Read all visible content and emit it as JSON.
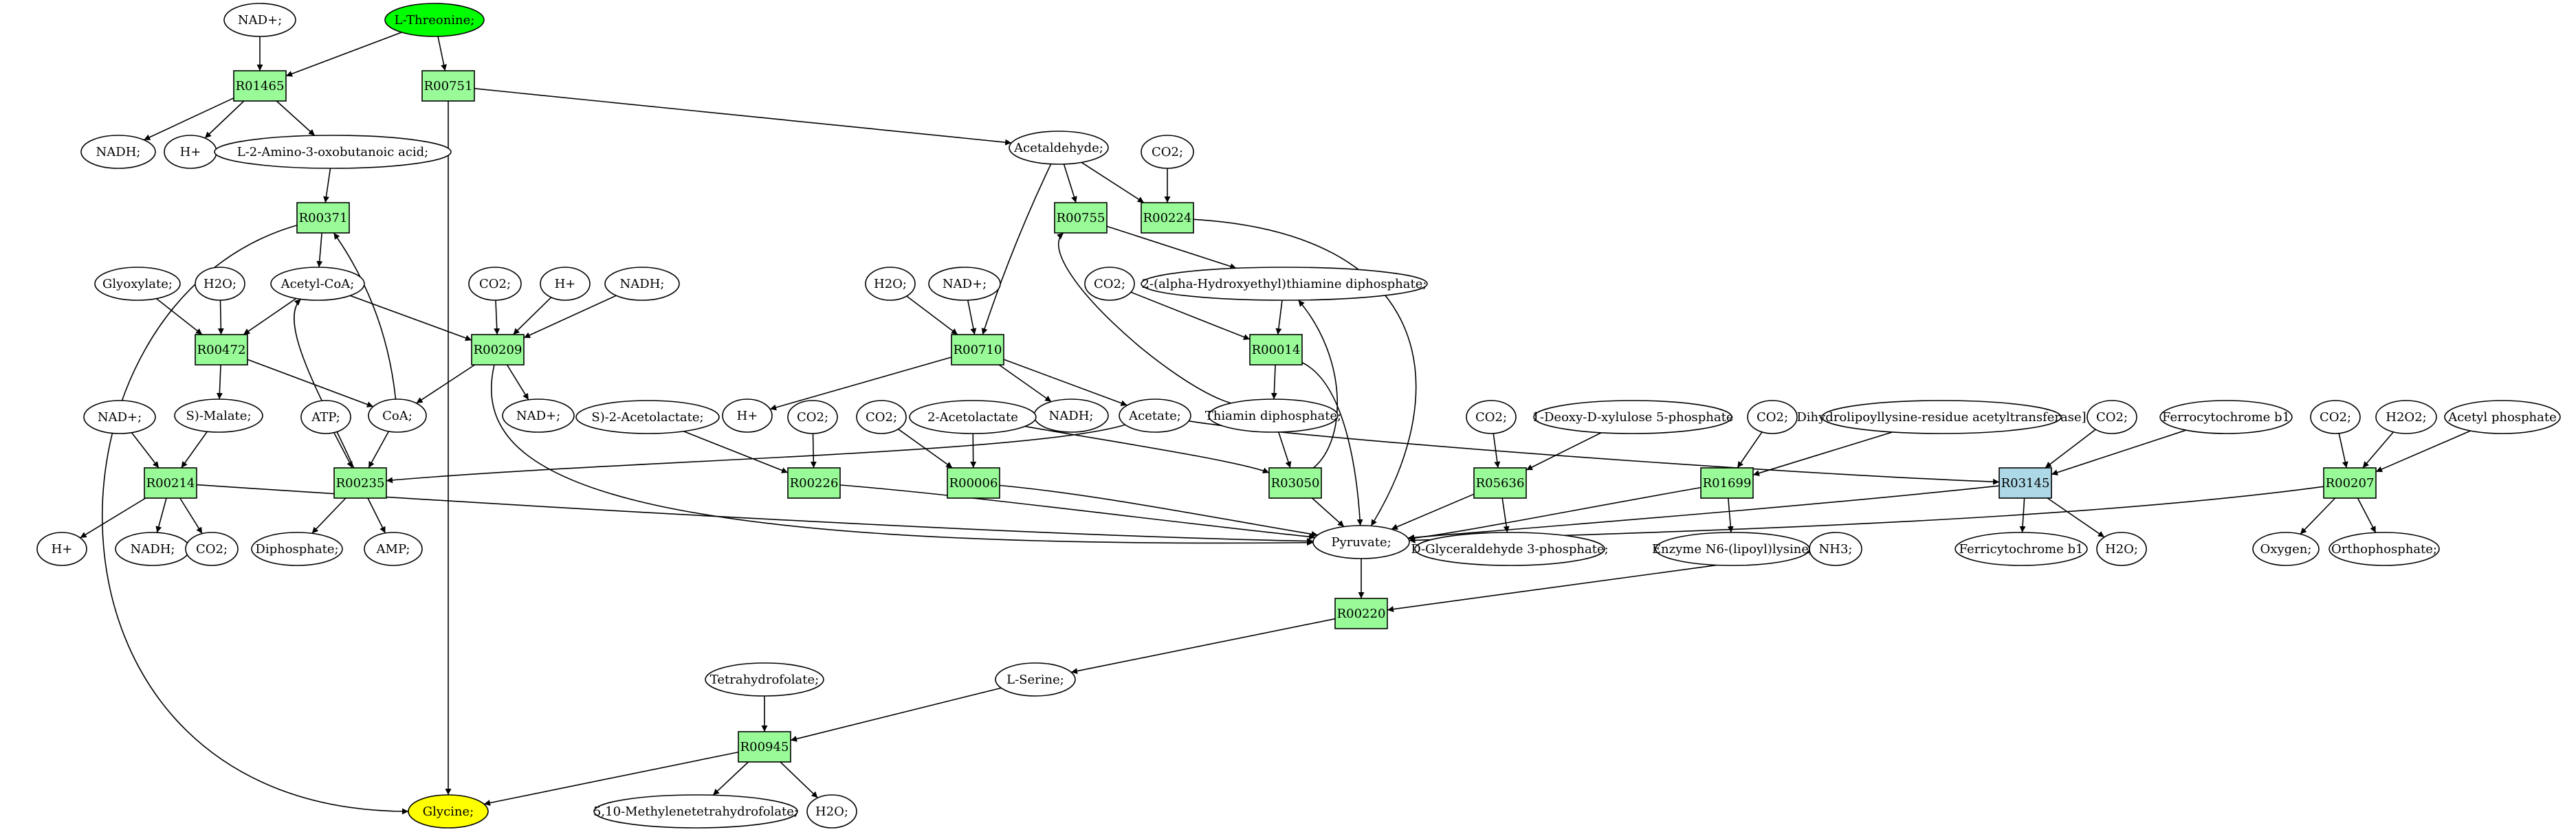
{
  "colors": {
    "reaction": "#98FB98",
    "reaction_highlight": "#ADD8E6",
    "source": "#00FF00",
    "target": "#FFFF00",
    "compound": "#FFFFFF"
  },
  "nodes": {
    "n_nad1": {
      "label": "NAD+;",
      "type": "compound"
    },
    "n_thr": {
      "label": "L-Threonine;",
      "type": "source"
    },
    "r_01465": {
      "label": "R01465",
      "type": "reaction"
    },
    "r_00751": {
      "label": "R00751",
      "type": "reaction"
    },
    "n_nadh1": {
      "label": "NADH;",
      "type": "compound"
    },
    "n_h1": {
      "label": "H+",
      "type": "compound"
    },
    "n_amino": {
      "label": "L-2-Amino-3-oxobutanoic acid;",
      "type": "compound"
    },
    "r_00371": {
      "label": "R00371",
      "type": "reaction"
    },
    "n_acald": {
      "label": "Acetaldehyde;",
      "type": "compound"
    },
    "n_co2_a": {
      "label": "CO2;",
      "type": "compound"
    },
    "r_00755": {
      "label": "R00755",
      "type": "reaction"
    },
    "r_00224": {
      "label": "R00224",
      "type": "reaction"
    },
    "n_glyox": {
      "label": "Glyoxylate;",
      "type": "compound"
    },
    "n_h2o1": {
      "label": "H2O;",
      "type": "compound"
    },
    "n_acoa": {
      "label": "Acetyl-CoA;",
      "type": "compound"
    },
    "n_co2_b": {
      "label": "CO2;",
      "type": "compound"
    },
    "n_h2": {
      "label": "H+",
      "type": "compound"
    },
    "n_nadh2": {
      "label": "NADH;",
      "type": "compound"
    },
    "n_hetpp": {
      "label": "2-(alpha-Hydroxyethyl)thiamine diphosphate;",
      "type": "compound"
    },
    "n_co2_c": {
      "label": "CO2;",
      "type": "compound"
    },
    "n_h2o2": {
      "label": "H2O;",
      "type": "compound"
    },
    "n_nad2": {
      "label": "NAD+;",
      "type": "compound"
    },
    "r_00472": {
      "label": "R00472",
      "type": "reaction"
    },
    "r_00209": {
      "label": "R00209",
      "type": "reaction"
    },
    "r_00710": {
      "label": "R00710",
      "type": "reaction"
    },
    "r_00014": {
      "label": "R00014",
      "type": "reaction"
    },
    "n_malate": {
      "label": "S)-Malate;",
      "type": "compound"
    },
    "n_coa": {
      "label": "CoA;",
      "type": "compound"
    },
    "n_nad3": {
      "label": "NAD+;",
      "type": "compound"
    },
    "n_h3": {
      "label": "H+",
      "type": "compound"
    },
    "n_nadh3": {
      "label": "NADH;",
      "type": "compound"
    },
    "n_acetate": {
      "label": "Acetate;",
      "type": "compound"
    },
    "n_thdp": {
      "label": "Thiamin diphosphate;",
      "type": "compound"
    },
    "n_nad4": {
      "label": "NAD+;",
      "type": "compound"
    },
    "n_atp": {
      "label": "ATP;",
      "type": "compound"
    },
    "n_s2acl": {
      "label": "S)-2-Acetolactate;",
      "type": "compound"
    },
    "n_co2_d": {
      "label": "CO2;",
      "type": "compound"
    },
    "n_co2_e": {
      "label": "CO2;",
      "type": "compound"
    },
    "n_2acl": {
      "label": "2-Acetolactate",
      "type": "compound"
    },
    "n_co2_f": {
      "label": "CO2;",
      "type": "compound"
    },
    "n_dxp": {
      "label": "1-Deoxy-D-xylulose 5-phosphate",
      "type": "compound"
    },
    "n_co2_g": {
      "label": "CO2;",
      "type": "compound"
    },
    "n_dlat": {
      "label": "Dihydrolipoyllysine-residue acetyltransferase]",
      "type": "compound"
    },
    "n_co2_h": {
      "label": "CO2;",
      "type": "compound"
    },
    "n_ferro": {
      "label": "Ferrocytochrome b1",
      "type": "compound"
    },
    "n_co2_i": {
      "label": "CO2;",
      "type": "compound"
    },
    "n_h2o2b": {
      "label": "H2O2;",
      "type": "compound"
    },
    "n_acp": {
      "label": "Acetyl phosphate",
      "type": "compound"
    },
    "r_00214": {
      "label": "R00214",
      "type": "reaction"
    },
    "r_00235": {
      "label": "R00235",
      "type": "reaction"
    },
    "r_00226": {
      "label": "R00226",
      "type": "reaction"
    },
    "r_00006": {
      "label": "R00006",
      "type": "reaction"
    },
    "r_03050": {
      "label": "R03050",
      "type": "reaction"
    },
    "r_05636": {
      "label": "R05636",
      "type": "reaction"
    },
    "r_01699": {
      "label": "R01699",
      "type": "reaction"
    },
    "r_03145": {
      "label": "R03145",
      "type": "reaction_highlight"
    },
    "r_00207": {
      "label": "R00207",
      "type": "reaction"
    },
    "n_h4": {
      "label": "H+",
      "type": "compound"
    },
    "n_nadh4": {
      "label": "NADH;",
      "type": "compound"
    },
    "n_co2_j": {
      "label": "CO2;",
      "type": "compound"
    },
    "n_dipp": {
      "label": "Diphosphate;",
      "type": "compound"
    },
    "n_amp": {
      "label": "AMP;",
      "type": "compound"
    },
    "n_pyr": {
      "label": "Pyruvate;",
      "type": "compound"
    },
    "n_g3p": {
      "label": "D-Glyceraldehyde 3-phosphate;",
      "type": "compound"
    },
    "n_enz": {
      "label": "Enzyme N6-(lipoyl)lysine;",
      "type": "compound"
    },
    "n_ferri": {
      "label": "Ferricytochrome b1",
      "type": "compound"
    },
    "n_h2o3": {
      "label": "H2O;",
      "type": "compound"
    },
    "n_oxy": {
      "label": "Oxygen;",
      "type": "compound"
    },
    "n_ortho": {
      "label": "Orthophosphate;",
      "type": "compound"
    },
    "n_nh3": {
      "label": "NH3;",
      "type": "compound"
    },
    "r_00220": {
      "label": "R00220",
      "type": "reaction"
    },
    "n_thf": {
      "label": "Tetrahydrofolate;",
      "type": "compound"
    },
    "n_ser": {
      "label": "L-Serine;",
      "type": "compound"
    },
    "r_00945": {
      "label": "R00945",
      "type": "reaction"
    },
    "n_gly": {
      "label": "Glycine;",
      "type": "target"
    },
    "n_mthf": {
      "label": "5,10-Methylenetetrahydrofolate;",
      "type": "compound"
    },
    "n_h2o4": {
      "label": "H2O;",
      "type": "compound"
    }
  }
}
